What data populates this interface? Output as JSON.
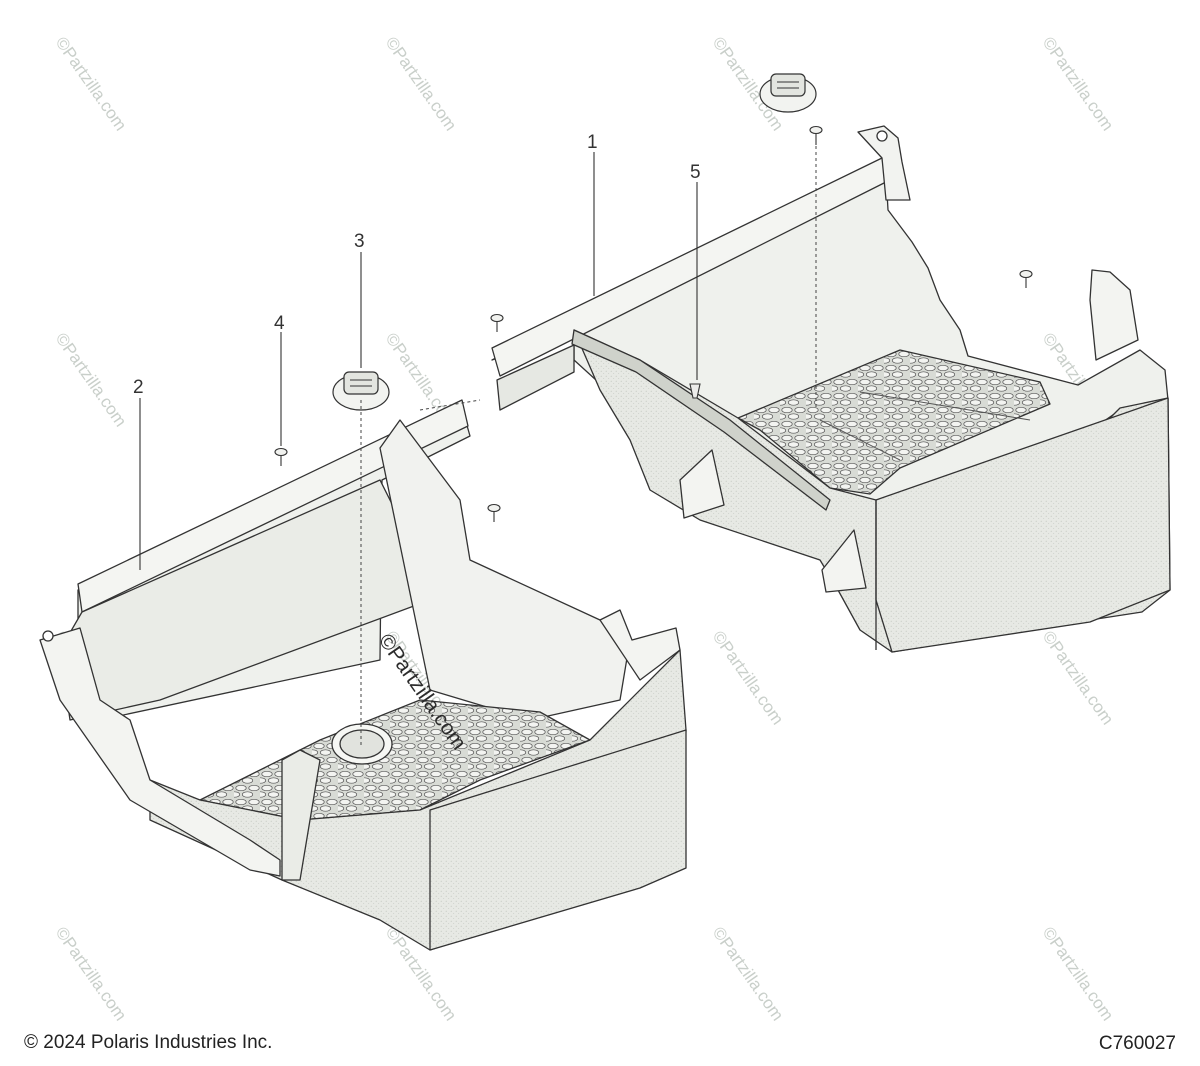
{
  "footer": {
    "copyright": "© 2024 Polaris Industries Inc.",
    "diagram_code": "C760027"
  },
  "watermark": "©Partzilla.com",
  "callouts": [
    {
      "label": "1",
      "part": "right-floor-panel"
    },
    {
      "label": "2",
      "part": "left-floor-panel"
    },
    {
      "label": "3",
      "part": "drain-plug-grommet"
    },
    {
      "label": "4",
      "part": "screw"
    },
    {
      "label": "5",
      "part": "push-rivet"
    }
  ],
  "colors": {
    "panel_fill": "#eff1ed",
    "panel_shade": "#dee1db",
    "line": "#333333",
    "watermark": "#c9cfca"
  }
}
